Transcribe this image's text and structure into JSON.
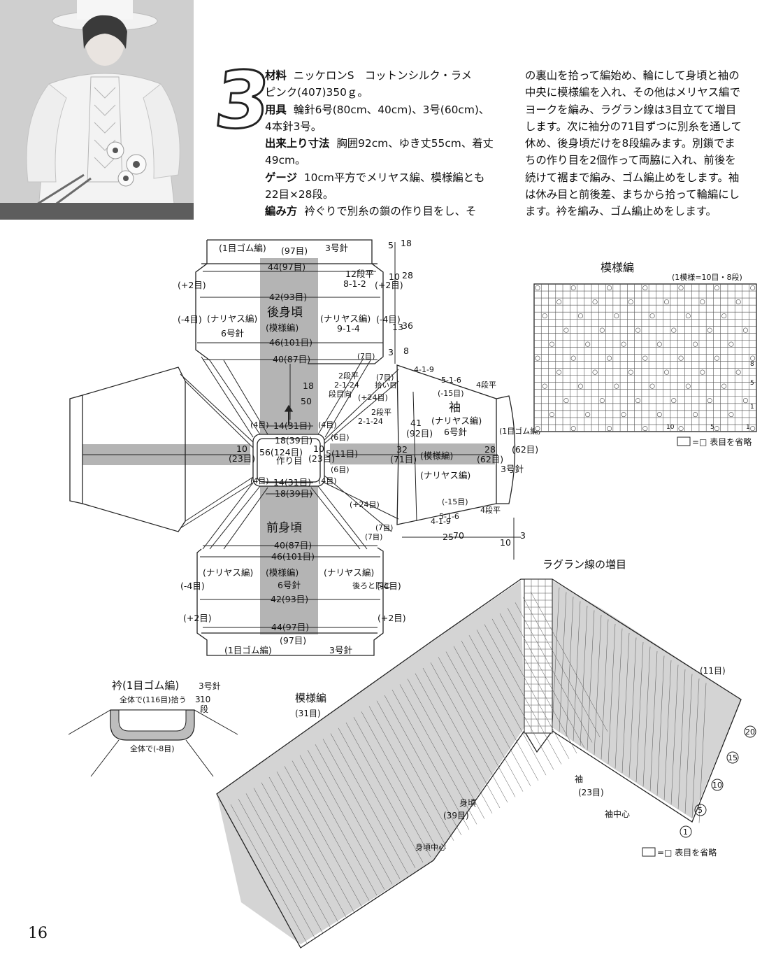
{
  "pattern": {
    "number": "3",
    "materials_label": "材料",
    "materials": "ニッケロンS　コットンシルク・ラメ",
    "materials_2": "ピンク(407)350ｇ。",
    "tools_label": "用具",
    "tools": "輪針6号(80cm、40cm)、3号(60cm)、",
    "tools_2": "4本針3号。",
    "size_label": "出来上り寸法",
    "size": "胸囲92cm、ゆき丈55cm、着丈",
    "size_2": "49cm。",
    "gauge_label": "ゲージ",
    "gauge": "10cm平方でメリヤス編、模様編とも",
    "gauge_2": "22目×28段。",
    "method_label": "編み方",
    "method": "衿ぐりで別糸の鎖の作り目をし、そ",
    "method_lines": [
      "の裏山を拾って編始め、輪にして身頃と袖の",
      "中央に模様編を入れ、その他はメリヤス編で",
      "ヨークを編み、ラグラン線は3目立てて増目",
      "します。次に袖分の71目ずつに別糸を通して",
      "休め、後身頃だけを8段編みます。別鎖でま",
      "ちの作り目を2個作って両脇に入れ、前後を",
      "続けて裾まで編み、ゴム編止めをします。袖",
      "は休み目と前後差、まちから拾って輪編にし",
      "ます。衿を編み、ゴム編止めをします。"
    ]
  },
  "schematic": {
    "back_body": "後身頃",
    "front_body": "前身頃",
    "sleeve": "袖",
    "pattern_stitch": "(模様編)",
    "stockinette": "(ナリヤス編)",
    "rib": "(1目ゴム編)",
    "needle6": "6号針",
    "needle3": "3号針",
    "back_same": "後ろと同じ",
    "top_w": "44(97目)",
    "top_rib": "(97目)",
    "w42": "42(93目)",
    "w46": "46(101目)",
    "w40": "40(87目)",
    "n14": "14(31目)",
    "n18": "18(39目)",
    "n56": "56(124目)",
    "cast_on": "作り目",
    "side10": "10",
    "side10b": "(23目)",
    "s5": "5(11目)",
    "sl32": "32",
    "sl71": "(71目)",
    "sl28": "28",
    "sl62": "(62目)",
    "sl62b": "(62目)",
    "sl41": "41",
    "sl92": "(92目)",
    "dec1": "12段平",
    "dec2": "8-1-2",
    "dec3": "9-1-4",
    "plus2": "(+2目)",
    "minus4": "(-4目)",
    "plus24": "(+24目)",
    "minus15": "(-15目)",
    "m2": "2段平",
    "m3": "2-1-24",
    "m4": "段目向",
    "raglan1": "4-1-9",
    "raglan2": "5-1-6",
    "raglan3": "4段平",
    "h5": "5",
    "h18": "18",
    "h18s": "段",
    "h10": "10",
    "h28": "28",
    "h13": "13",
    "h36": "36",
    "h3": "3",
    "h8": "8",
    "h50": "50",
    "h25": "25",
    "h70": "70",
    "h3b": "3",
    "h10b": "10",
    "dan": "段",
    "pick7": "(7目)",
    "pick_label": "拾い目",
    "b4": "(4目)",
    "b6": "(6目)"
  },
  "chart1": {
    "title": "模様編",
    "repeat": "(1模様=10目・8段)",
    "legend": "=□ 表目を省略",
    "row_labels": [
      "8",
      "5",
      "1"
    ],
    "col_labels": [
      "10",
      "5",
      "1"
    ]
  },
  "chart2": {
    "title": "ラグラン線の増目",
    "pattern_label": "模様編",
    "pattern_count": "(31目)",
    "body_label": "身頃",
    "body_count": "(39目)",
    "body_center": "身頃中心",
    "sleeve_label": "袖",
    "sleeve_count": "(23目)",
    "sleeve_center": "袖中心",
    "sleeve_eleven": "(11目)",
    "rows": [
      "20",
      "15",
      "10",
      "5",
      "1"
    ],
    "legend": "=□ 表目を省略"
  },
  "collar": {
    "title": "衿(1目ゴム編)",
    "needle": "3号針",
    "pickup": "全体で(116目)拾う",
    "h": "3",
    "h2": "10",
    "h3": "段",
    "dec": "全体で(-8目)"
  },
  "page_number": "16"
}
